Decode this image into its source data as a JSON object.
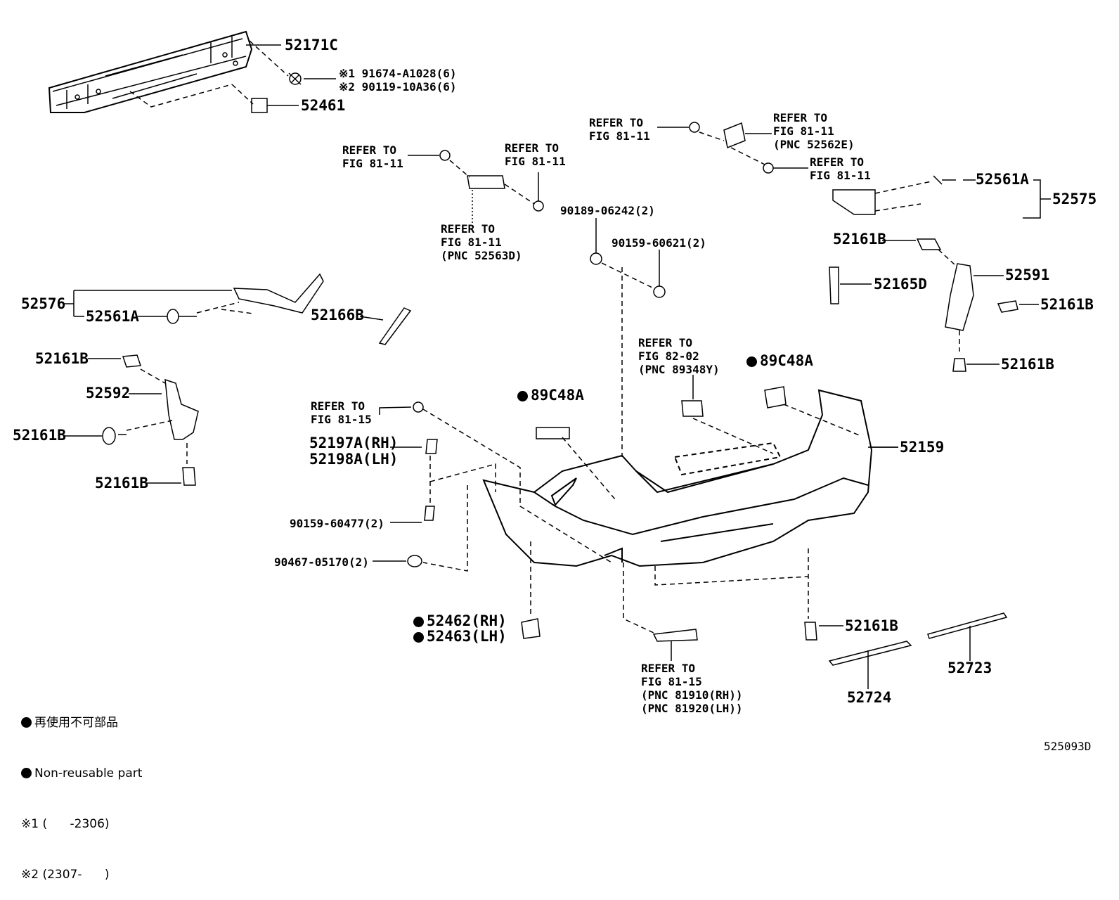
{
  "labels": {
    "p52171C": "52171C",
    "note1": "※1 91674-A1028(6)",
    "note2": "※2 90119-10A36(6)",
    "p52461": "52461",
    "refA": "REFER TO\nFIG 81-11",
    "refB": "REFER TO\nFIG 81-11",
    "refC": "REFER TO\nFIG 81-11\n(PNC 52563D)",
    "refD": "REFER TO\nFIG 81-11",
    "refE": "REFER TO\nFIG 81-11\n(PNC 52562E)",
    "refF": "REFER TO\nFIG 81-11",
    "p90189": "90189-06242(2)",
    "p90159_60621": "90159-60621(2)",
    "p52561A_r": "52561A",
    "p52575": "52575",
    "p52161B_r1": "52161B",
    "p52591": "52591",
    "p52165D": "52165D",
    "p52161B_r2": "52161B",
    "p52161B_r3": "52161B",
    "p52576": "52576",
    "p52561A_l": "52561A",
    "p52166B": "52166B",
    "p52161B_l1": "52161B",
    "p52592": "52592",
    "p52161B_l2": "52161B",
    "p52161B_l3": "52161B",
    "refG": "REFER TO\nFIG 82-02\n(PNC 89348Y)",
    "p89C48A_r": "89C48A",
    "p89C48A_l": "89C48A",
    "refH": "REFER TO\nFIG 81-15",
    "p52197A": "52197A(RH)",
    "p52198A": "52198A(LH)",
    "p52159": "52159",
    "p90159_60477": "90159-60477(2)",
    "p90467": "90467-05170(2)",
    "p52462": "52462(RH)",
    "p52463": "52463(LH)",
    "refI": "REFER TO\nFIG 81-15\n(PNC 81910(RH))\n(PNC 81920(LH))",
    "p52161B_b": "52161B",
    "p52723": "52723",
    "p52724": "52724",
    "drawing_id": "525093D"
  },
  "legend": {
    "jp": "再使用不可部品",
    "en": "Non-reusable part",
    "note1": "※1 (      -2306)",
    "note2": "※2 (2307-      )"
  }
}
